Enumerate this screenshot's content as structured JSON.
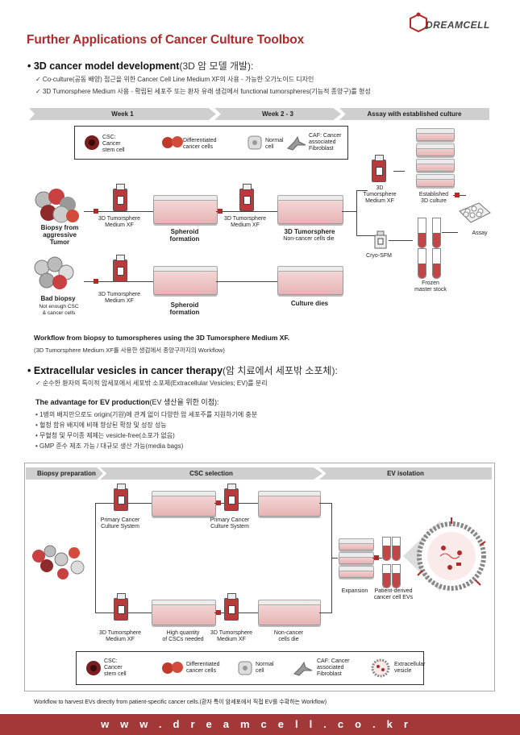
{
  "brand": {
    "name": "DREAMCELL"
  },
  "title": "Further Applications of Cancer Culture Toolbox",
  "section1": {
    "heading": "3D cancer model development",
    "heading_ko": "(3D 암 모델 개발):",
    "bullets": [
      "✓ Co-culture(공동 배양) 접근을 위한 Cancer Cell Line Medium XF의 사용 - 가능한 오가노이드 디자인",
      "✓ 3D Tumorsphere Medium 사용 - 확립된 세포주 또는 환자 유래 생검에서 functional tumorspheres(기능적 종양구)를 형성"
    ],
    "banners": [
      "Week 1",
      "Week 2 - 3",
      "Assay with established culture"
    ],
    "legend": {
      "csc": "CSC:\nCancer\nstem cell",
      "diff": "Differentiated\ncancer cells",
      "normal": "Normal\ncell",
      "caf": "CAF: Cancer\nassociated\nFibroblast"
    },
    "labels": {
      "biopsy_aggr": "Biopsy from\naggressive\nTumor",
      "bad_biopsy": "Bad biopsy",
      "bad_biopsy_note": "Not enough CSC\n& cancer cells",
      "medium1": "3D Tumorsphere\nMedium XF",
      "medium2": "3D Tumorsphere\nMedium XF",
      "medium3": "3D Tumorsphere\nMedium XF",
      "medium_right": "3D\nTumorsphere\nMedium XF",
      "spheroid1": "Spheroid\nformation",
      "spheroid2": "Spheroid\nformation",
      "tumorsphere": "3D Tumorsphere",
      "noncancer": "Non-cancer cells die",
      "culture_dies": "Culture dies",
      "cryo": "Cryo-SFM",
      "established": "Established\n3D culture",
      "frozen": "Frozen\nmaster stock",
      "assay": "Assay"
    },
    "caption": "Workflow from biopsy to tumorspheres using the 3D Tumorsphere Medium XF.",
    "caption_ko": "(3D Tumorsphere Medium XF를 사용한 생검에서 종양구까지의 Workflow)"
  },
  "section2": {
    "heading": "Extracellular vesicles in cancer therapy",
    "heading_ko": "(암 치료에서 세포밖 소포체):",
    "bullet": "✓ 순수한 환자의 특이적 암세포에서 세포밖 소포체(Extracellular Vesicles; EV)를 분리",
    "adv_heading": "The advantage for EV production",
    "adv_heading_ko": "(EV 생산을 위한 이점):",
    "adv": [
      "• 1병의 배지만으로도 origin(기원)에 관계 없이 다양한 암 세포주를 지원하기에 충분",
      "• 혈청 함유 배지에 비해 향상된 확장 및 성장 성능",
      "• 무혈청 및 무이종 제제는 vesicle-free(소포가 없음)",
      "• GMP 준수 제조 가능 / 대규모 생산 가능(media bags)"
    ],
    "banners": [
      "Biopsy preparation",
      "CSC selection",
      "EV isolation"
    ],
    "labels": {
      "pccs1": "Primary Cancer\nCulture System",
      "pccs2": "Primary Cancer\nCulture System",
      "med1": "3D Tumorsphere\nMedium XF",
      "highq": "High quantity\nof CSCs needed",
      "med2": "3D Tumorsphere\nMedium XF",
      "noncancer": "Non-cancer\ncells die",
      "expansion": "Expansion",
      "pdevs": "Patient-derived\ncancer cell EVs"
    },
    "legend": {
      "csc": "CSC:\nCancer\nstem cell",
      "diff": "Differentiated\ncancer cells",
      "normal": "Normal\ncell",
      "caf": "CAF: Cancer\nassociated\nFibroblast",
      "ev": "Extracellular\nvesicle"
    },
    "caption": "Workflow to harvest EVs directly from patient-specific cancer cells.(환자 특이 암세포에서 직접 EV를 수확하는 Workflow)"
  },
  "footer": "www.dreamcell.co.kr",
  "colors": {
    "accent": "#b02a2a",
    "footer": "#a33838",
    "banner": "#cfcfcf"
  }
}
